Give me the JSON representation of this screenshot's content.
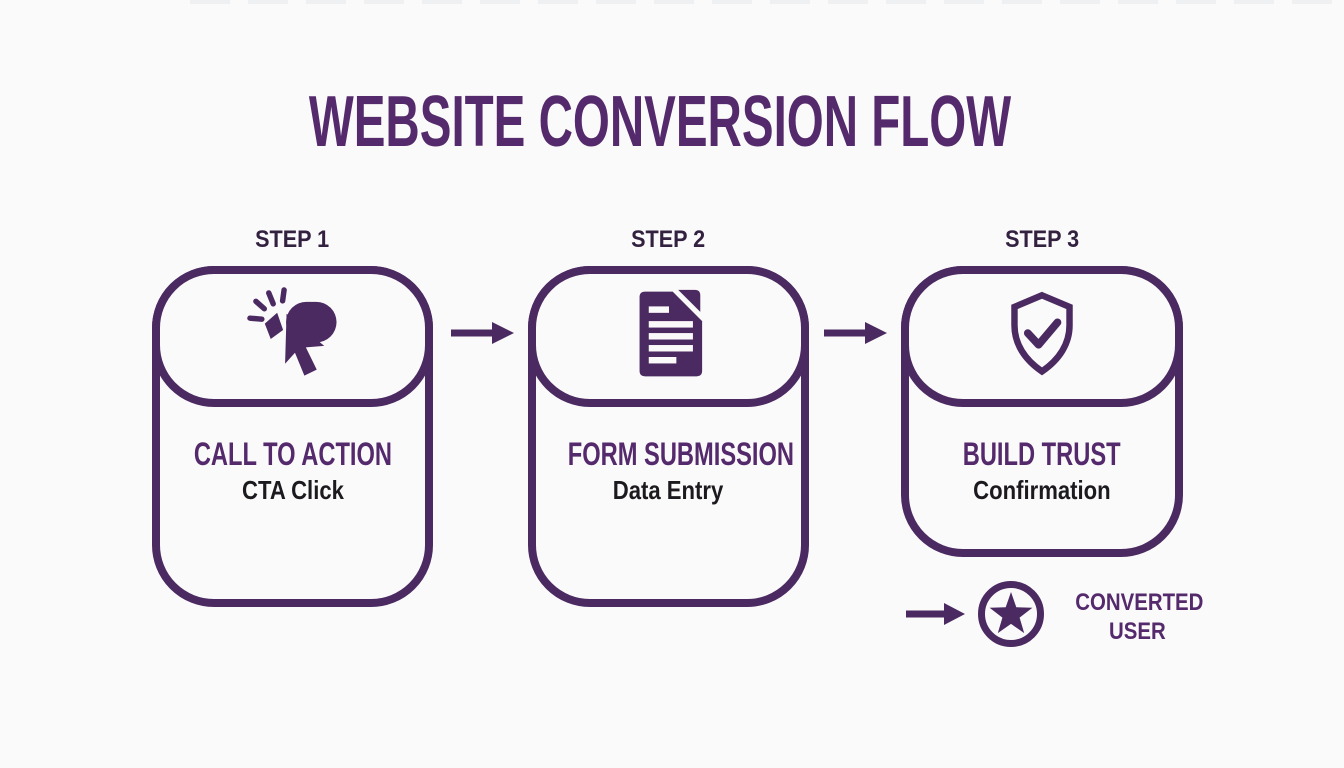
{
  "title": "WEBSITE CONVERSION FLOW",
  "colors": {
    "purple": "#4b2a62",
    "purple_text": "#542a6c",
    "step_label": "#332140",
    "dark": "#1d1a1f",
    "bg": "#fbfafa"
  },
  "steps": [
    {
      "label": "STEP 1",
      "icon": "cursor-click-icon",
      "title": "CALL TO ACTION",
      "subtitle": "CTA Click"
    },
    {
      "label": "STEP 2",
      "icon": "form-document-icon",
      "title": "FORM SUBMISSION",
      "subtitle": "Data Entry"
    },
    {
      "label": "STEP 3",
      "icon": "shield-check-icon",
      "title": "BUILD TRUST",
      "subtitle": "Confirmation"
    }
  ],
  "connector_icon": "arrow-right-icon",
  "result": {
    "icon": "star-circle-icon",
    "label_line1": "CONVERTED",
    "label_line2": "USER"
  }
}
